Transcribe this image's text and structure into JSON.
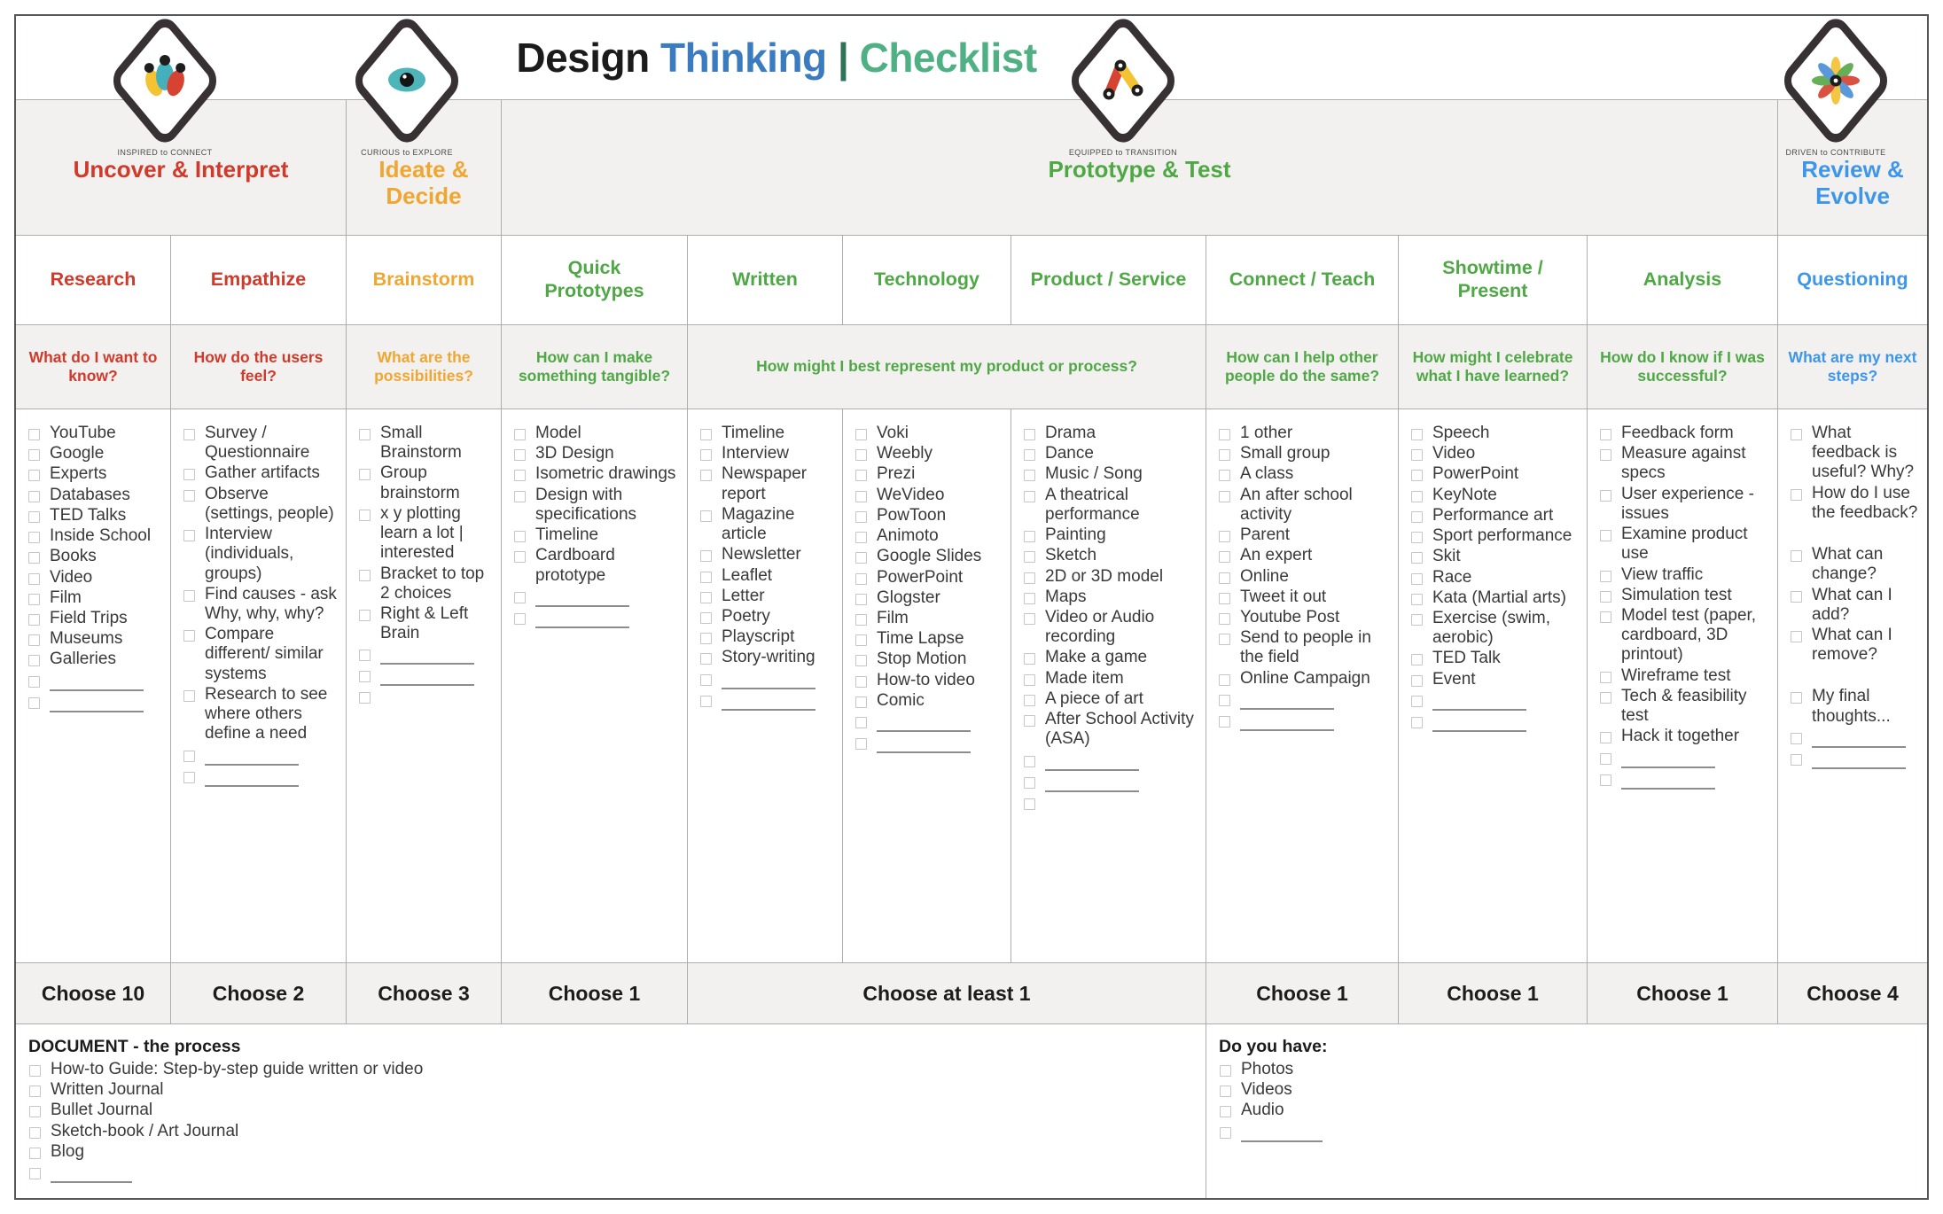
{
  "title": {
    "black": "Design",
    "blue": "Thinking",
    "sep": "|",
    "green": "Checklist",
    "black_color": "#1b1b1b",
    "blue_color": "#3b7cc0",
    "sep_color": "#2e7258",
    "green_color": "#4fb183"
  },
  "colors": {
    "red": "#d03a2b",
    "orange": "#f0a732",
    "green": "#4fa845",
    "blue": "#3d96ea",
    "row_gray": "#f2f1ef",
    "border": "#adadad",
    "item_text": "#393939"
  },
  "phases": [
    {
      "name": "Uncover & Interpret",
      "caption": "INSPIRED to CONNECT",
      "color": "#d03a2b",
      "icon": "team-drops-icon"
    },
    {
      "name": "Ideate & Decide",
      "caption": "CURIOUS to EXPLORE",
      "color": "#f0a732",
      "icon": "eye-icon"
    },
    {
      "name": "Prototype & Test",
      "caption": "EQUIPPED to TRANSITION",
      "color": "#4fa845",
      "icon": "linkage-icon"
    },
    {
      "name": "Review & Evolve",
      "caption": "DRIVEN to CONTRIBUTE",
      "color": "#3d96ea",
      "icon": "flower-icon"
    }
  ],
  "merged_question": {
    "text": "How might I best represent my product or process?",
    "color": "#4fa845",
    "span_columns": [
      "written",
      "technology",
      "product-service"
    ]
  },
  "merged_choose": {
    "text": "Choose at least 1",
    "span_columns": [
      "written",
      "technology",
      "product-service"
    ]
  },
  "columns": [
    {
      "id": "research",
      "header": "Research",
      "color": "#d03a2b",
      "question": "What do I want to know?",
      "choose": "Choose 10",
      "items": [
        "YouTube",
        "Google",
        "Experts",
        "Databases",
        "TED Talks",
        "Inside School",
        "Books",
        "Video",
        "Film",
        "Field Trips",
        "Museums",
        "Galleries",
        "__blank__",
        "__blank__"
      ]
    },
    {
      "id": "empathize",
      "header": "Empathize",
      "color": "#d03a2b",
      "question": "How do the users feel?",
      "choose": "Choose 2",
      "items": [
        "Survey / Questionnaire",
        "Gather artifacts",
        "Observe (settings, people)",
        "Interview (individuals, groups)",
        "Find causes - ask Why, why, why?",
        "Compare different/ similar systems",
        "Research to see where others define a need",
        "__blank__",
        "__blank__"
      ]
    },
    {
      "id": "brainstorm",
      "header": "Brainstorm",
      "color": "#f0a732",
      "question": "What are the possibilities?",
      "choose": "Choose 3",
      "items": [
        "Small Brainstorm",
        "Group brainstorm",
        "x y plotting learn a lot | interested",
        "Bracket to top 2 choices",
        "Right & Left Brain",
        "__blank__",
        "__blank__",
        "__box__"
      ]
    },
    {
      "id": "quick-prototypes",
      "header": "Quick Prototypes",
      "color": "#4fa845",
      "question": "How can I make something tangible?",
      "choose": "Choose 1",
      "items": [
        "Model",
        "3D Design",
        "Isometric drawings",
        "Design with specifications",
        "Timeline",
        "Cardboard prototype",
        "__blank__",
        "__blank__"
      ]
    },
    {
      "id": "written",
      "header": "Written",
      "color": "#4fa845",
      "question": null,
      "choose": null,
      "items": [
        "Timeline",
        "Interview",
        "Newspaper report",
        "Magazine article",
        "Newsletter",
        "Leaflet",
        "Letter",
        "Poetry",
        "Playscript",
        "Story-writing",
        "__blank__",
        "__blank__"
      ]
    },
    {
      "id": "technology",
      "header": "Technology",
      "color": "#4fa845",
      "question": null,
      "choose": null,
      "items": [
        "Voki",
        "Weebly",
        "Prezi",
        "WeVideo",
        "PowToon",
        "Animoto",
        "Google Slides",
        "PowerPoint",
        "Glogster",
        "Film",
        "Time Lapse",
        "Stop Motion",
        "How-to video",
        "Comic",
        "__blank__",
        "__blank__"
      ]
    },
    {
      "id": "product-service",
      "header": "Product / Service",
      "color": "#4fa845",
      "question": null,
      "choose": null,
      "items": [
        "Drama",
        "Dance",
        "Music / Song",
        "A theatrical performance",
        "Painting",
        "Sketch",
        "2D or 3D model",
        "Maps",
        "Video or Audio recording",
        "Make a game",
        "Made item",
        "A piece of art",
        "After School Activity (ASA)",
        "__blank__",
        "__blank__",
        "__box__"
      ]
    },
    {
      "id": "connect-teach",
      "header": "Connect / Teach",
      "color": "#4fa845",
      "question": "How can I help other people do the same?",
      "choose": "Choose 1",
      "items": [
        "1 other",
        "Small group",
        "A class",
        "An after school activity",
        "Parent",
        "An expert",
        "Online",
        "Tweet it out",
        "Youtube Post",
        "Send to people in the field",
        "Online Campaign",
        "__blank__",
        "__blank__"
      ]
    },
    {
      "id": "showtime-present",
      "header": "Showtime / Present",
      "color": "#4fa845",
      "question": "How might I celebrate what I have learned?",
      "choose": "Choose 1",
      "items": [
        "Speech",
        "Video",
        "PowerPoint",
        "KeyNote",
        "Performance art",
        "Sport performance",
        "Skit",
        "Race",
        "Kata (Martial arts)",
        "Exercise (swim, aerobic)",
        "TED Talk",
        "Event",
        "__blank__",
        "__blank__"
      ]
    },
    {
      "id": "analysis",
      "header": "Analysis",
      "color": "#4fa845",
      "question": "How do I know if I was successful?",
      "choose": "Choose 1",
      "items": [
        "Feedback form",
        "Measure against specs",
        "User experience - issues",
        "Examine product use",
        "View traffic",
        "Simulation test",
        "Model test (paper, cardboard, 3D printout)",
        "Wireframe test",
        "Tech & feasibility test",
        "Hack it together",
        "__blank__",
        "__blank__"
      ]
    },
    {
      "id": "questioning",
      "header": "Questioning",
      "color": "#3d96ea",
      "question": "What are my next steps?",
      "choose": "Choose 4",
      "items": [
        "What feedback is useful? Why?",
        "How do I use the feedback?",
        "__gap__",
        "What can change?",
        "What can I add?",
        "What can I remove?",
        "__gap__",
        "My final thoughts...",
        "__blank__",
        "__blank__"
      ]
    }
  ],
  "bottom": {
    "document": {
      "heading": "DOCUMENT - the process",
      "items": [
        "How-to Guide: Step-by-step guide written or video",
        "Written Journal",
        "Bullet Journal",
        "Sketch-book / Art Journal",
        "Blog",
        "__blank__"
      ]
    },
    "do_you_have": {
      "heading": "Do you have:",
      "items": [
        "Photos",
        "Videos",
        "Audio",
        "__blank__"
      ]
    }
  }
}
